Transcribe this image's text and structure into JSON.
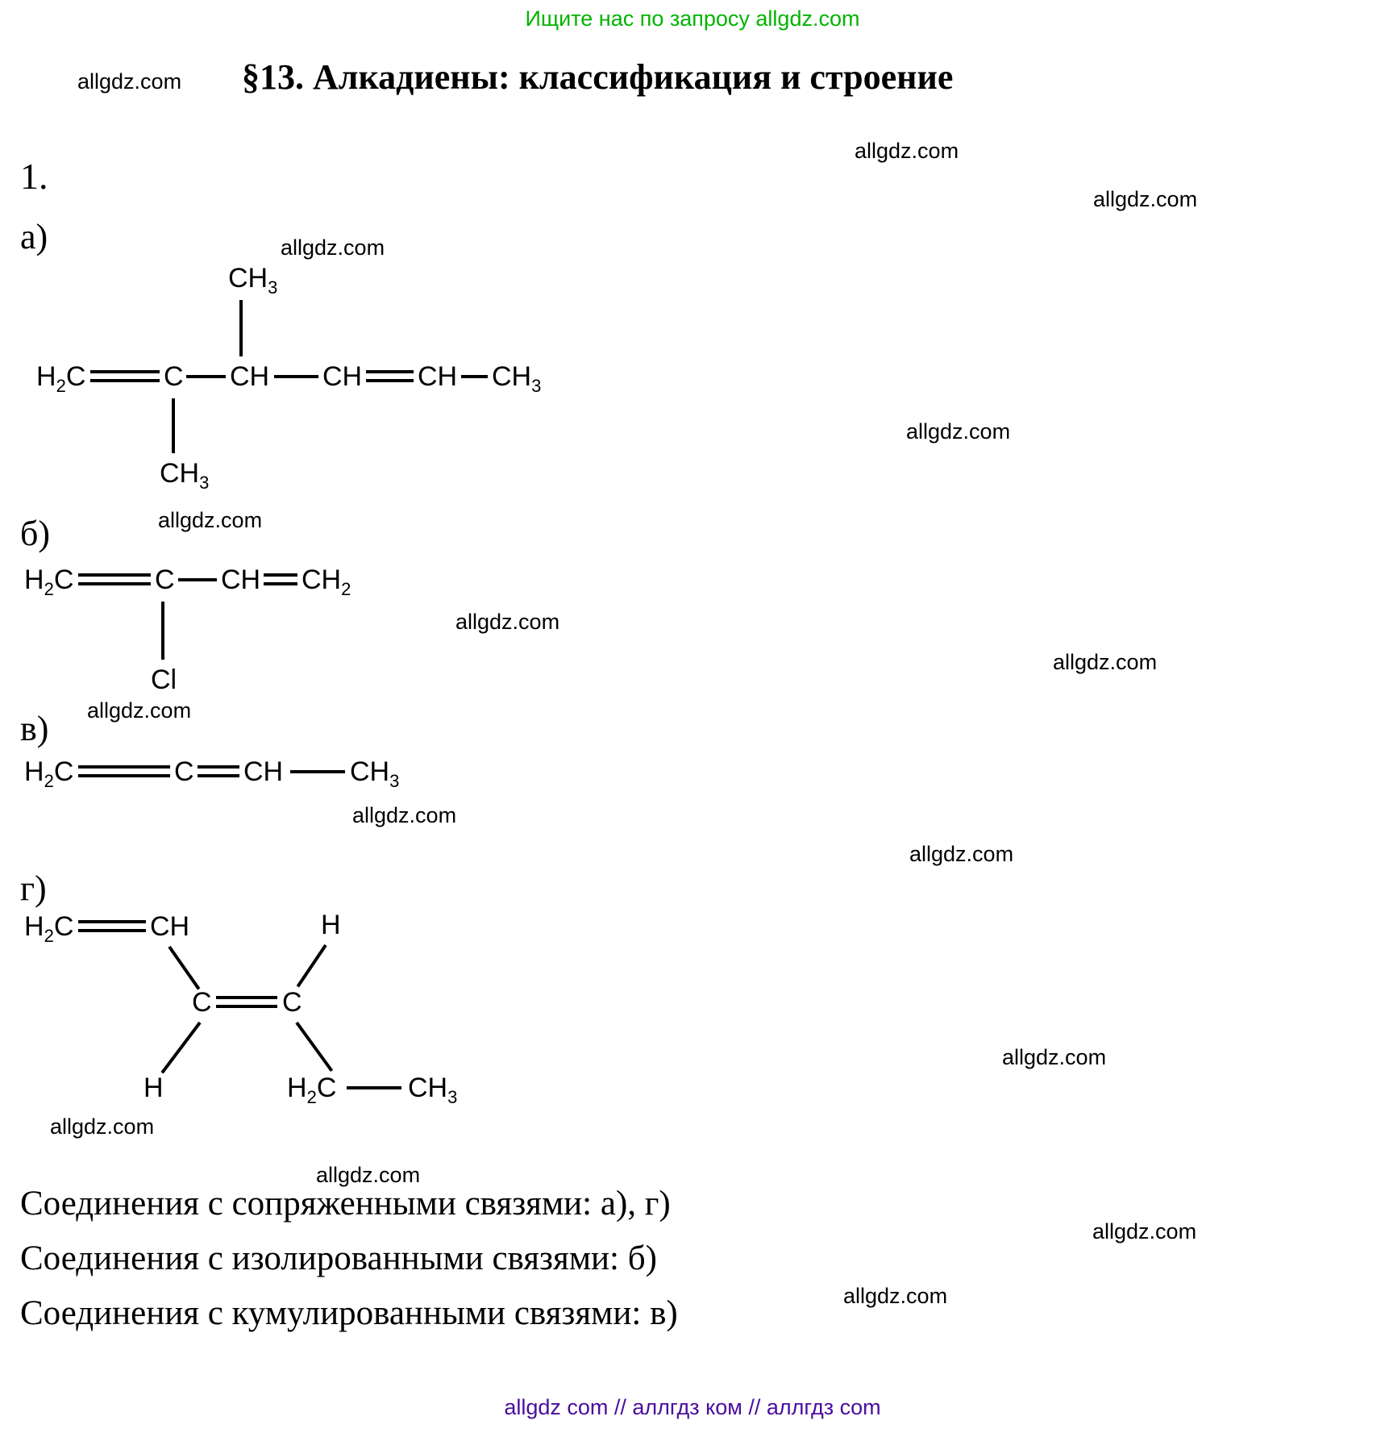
{
  "page": {
    "banner": "Ищите нас по запросу allgdz.com",
    "watermark": "allgdz.com",
    "title": "§13. Алкадиены: классификация и строение",
    "problem_number": "1.",
    "footer": "allgdz com  //  аллгдз ком  //  аллгдз com",
    "colors": {
      "banner_green": "#00b400",
      "footer_purple": "#4a0d9e",
      "text": "#000000"
    }
  },
  "structures": {
    "a": {
      "label": "а)",
      "top_ch3": {
        "t1": "CH",
        "sub1": "3"
      },
      "chain": [
        {
          "t1": "H",
          "sub1": "2",
          "t2": "C"
        },
        {
          "t1": "C"
        },
        {
          "t1": "CH"
        },
        {
          "t1": "CH"
        },
        {
          "t1": "CH"
        },
        {
          "t1": "CH",
          "sub1": "3"
        }
      ],
      "bottom_ch3": {
        "t1": "CH",
        "sub1": "3"
      },
      "bonds": [
        "double",
        "single",
        "single",
        "double",
        "single"
      ]
    },
    "b": {
      "label": "б)",
      "chain": [
        {
          "t1": "H",
          "sub1": "2",
          "t2": "C"
        },
        {
          "t1": "C"
        },
        {
          "t1": "CH"
        },
        {
          "t1": "CH",
          "sub1": "2"
        }
      ],
      "substituent": {
        "t1": "Cl"
      },
      "bonds": [
        "double",
        "single",
        "double"
      ]
    },
    "v": {
      "label": "в)",
      "chain": [
        {
          "t1": "H",
          "sub1": "2",
          "t2": "C"
        },
        {
          "t1": "C"
        },
        {
          "t1": "CH"
        },
        {
          "t1": "CH",
          "sub1": "3"
        }
      ],
      "bonds": [
        "double",
        "double",
        "single"
      ]
    },
    "g": {
      "label": "г)",
      "vinyl": [
        {
          "t1": "H",
          "sub1": "2",
          "t2": "C"
        },
        {
          "t1": "CH"
        }
      ],
      "h_top_right": {
        "t1": "H"
      },
      "central": [
        {
          "t1": "C"
        },
        {
          "t1": "C"
        }
      ],
      "h_bottom_left": {
        "t1": "H"
      },
      "ethyl": [
        {
          "t1": "H",
          "sub1": "2",
          "t2": "C"
        },
        {
          "t1": "CH",
          "sub1": "3"
        }
      ]
    }
  },
  "conclusions": [
    "Соединения с сопряженными связями: а), г)",
    "Соединения с изолированными связями: б)",
    "Соединения с кумулированными связями: в)"
  ]
}
